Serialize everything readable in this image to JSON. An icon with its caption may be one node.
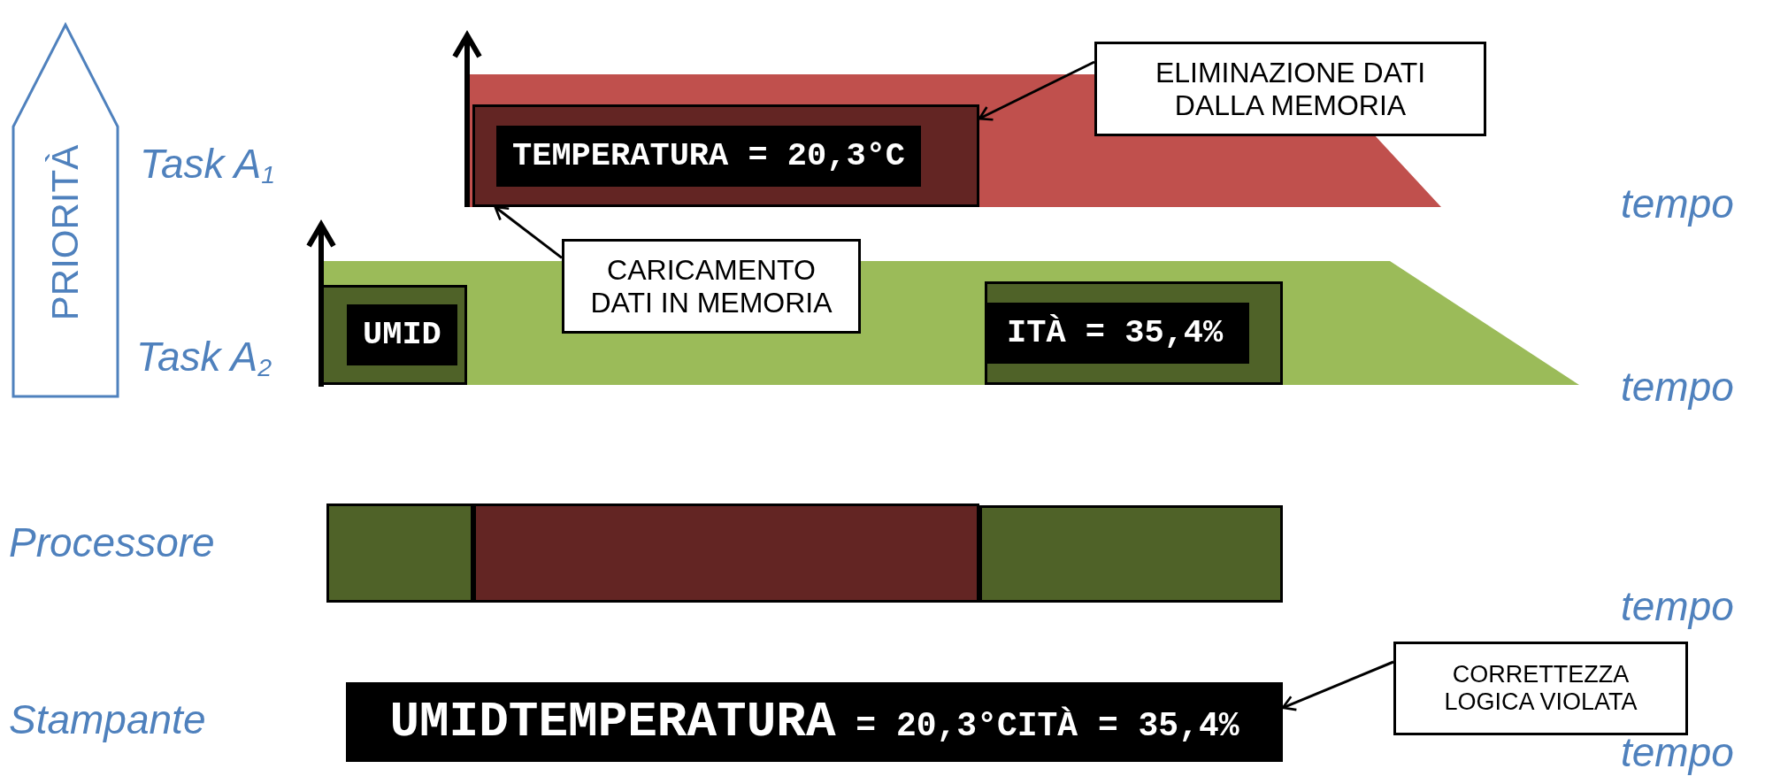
{
  "diagram": {
    "nodes": [
      {
        "text": [
          "PRIORITÀ"
        ]
      },
      {
        "text": [
          "ELIMINAZIONE DATI DALLA MEMORIA"
        ]
      },
      {
        "text": [
          "TEMPERATURA = 20,3°C"
        ]
      },
      {
        "text": [
          "CARICAMENTO DATI IN MEMORIA"
        ]
      },
      {
        "text": [
          "UMID"
        ]
      },
      {
        "text": [
          "ITÀ = 35,4%"
        ]
      },
      {
        "text": [],
        "shape": "box"
      },
      {
        "text": [],
        "shape": "box"
      },
      {
        "text": [],
        "shape": "box"
      },
      {
        "text": [
          "CORRETTEZZA LOGICA VIOLATA"
        ]
      },
      {
        "text": [
          "**UMIDTEMPERATURA** = 20,3°CITÀ = 35,4%"
        ]
      }
    ],
    "edges": [
      {
        "from": 3,
        "to": 2,
        "arrow": "to"
      },
      {
        "from": 1,
        "to": 2,
        "arrow": "to"
      },
      {
        "from": 9,
        "to": 10,
        "arrow": "to"
      }
    ],
    "labels": [
      "Task A$_{1}$",
      "tempo",
      "Task A$_{2}$",
      "tempo",
      "Processore",
      "tempo",
      "Stampante",
      "tempo"
    ]
  }
}
